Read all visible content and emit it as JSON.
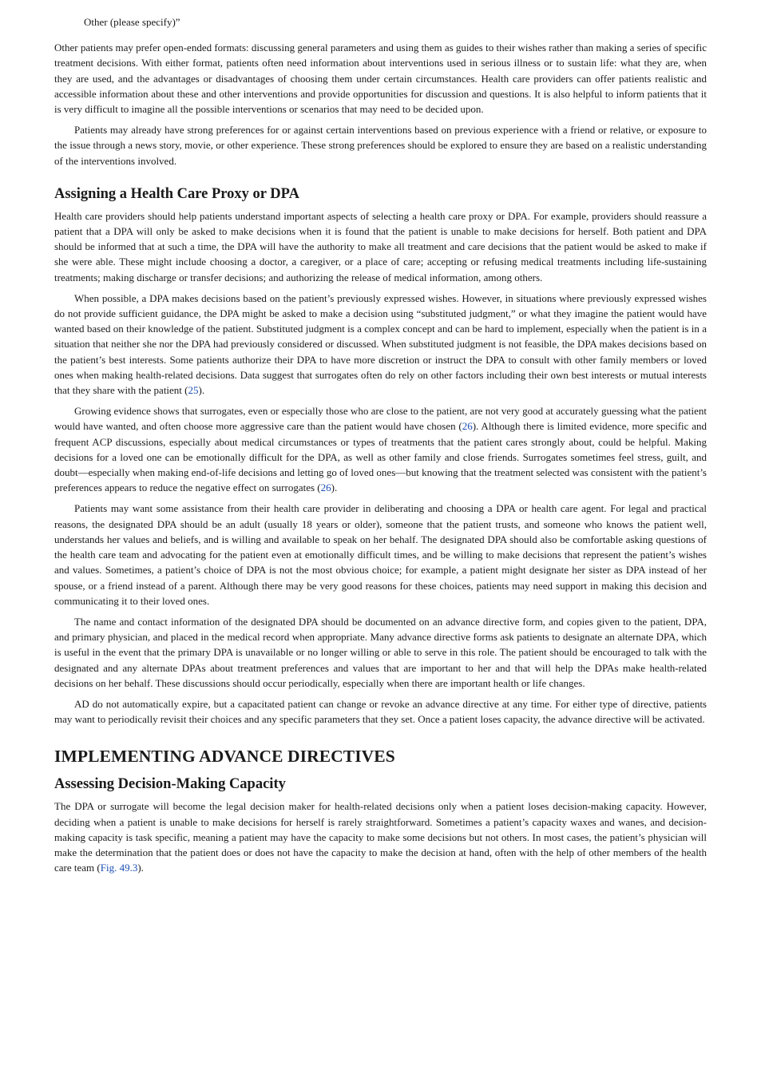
{
  "top_fragment": "Other (please specify)”",
  "intro": {
    "p1": "Other patients may prefer open-ended formats: discussing general parameters and using them as guides to their wishes rather than making a series of specific treatment decisions. With either format, patients often need information about interventions used in serious illness or to sustain life: what they are, when they are used, and the advantages or disadvantages of choosing them under certain circumstances. Health care providers can offer patients realistic and accessible information about these and other interventions and provide opportunities for discussion and questions. It is also helpful to inform patients that it is very difficult to imagine all the possible interventions or scenarios that may need to be decided upon.",
    "p2": "Patients may already have strong preferences for or against certain interventions based on previous experience with a friend or relative, or exposure to the issue through a news story, movie, or other experience. These strong preferences should be explored to ensure they are based on a realistic understanding of the interventions involved."
  },
  "proxy_section": {
    "heading": "Assigning a Health Care Proxy or DPA",
    "p1": "Health care providers should help patients understand important aspects of selecting a health care proxy or DPA. For example, providers should reassure a patient that a DPA will only be asked to make decisions when it is found that the patient is unable to make decisions for herself. Both patient and DPA should be informed that at such a time, the DPA will have the authority to make all treatment and care decisions that the patient would be asked to make if she were able. These might include choosing a doctor, a caregiver, or a place of care; accepting or refusing medical treatments including life-sustaining treatments; making discharge or transfer decisions; and authorizing the release of medical information, among others.",
    "p2_text": "When possible, a DPA makes decisions based on the patient’s previously expressed wishes. However, in situations where previously expressed wishes do not provide sufficient guidance, the DPA might be asked to make a decision using “substituted judgment,” or what they imagine the patient would have wanted based on their knowledge of the patient. Substituted judgment is a complex concept and can be hard to implement, especially when the patient is in a situation that neither she nor the DPA had previously considered or discussed. When substituted judgment is not feasible, the DPA makes decisions based on the patient’s best interests. Some patients authorize their DPA to have more discretion or instruct the DPA to consult with other family members or loved ones when making health-related decisions. Data suggest that surrogates often do rely on other factors including their own best interests or mutual interests that they share with the patient (",
    "p2_ref": "25",
    "p2_end": ").",
    "p3_text_a": "Growing evidence shows that surrogates, even or especially those who are close to the patient, are not very good at accurately guessing what the patient would have wanted, and often choose more aggressive care than the patient would have chosen (",
    "p3_ref_a": "26",
    "p3_text_b": "). Although there is limited evidence, more specific and frequent ACP discussions, especially about medical circumstances or types of treatments that the patient cares strongly about, could be helpful. Making decisions for a loved one can be emotionally difficult for the DPA, as well as other family and close friends. Surrogates sometimes feel stress, guilt, and doubt—especially when making end-of-life decisions and letting go of loved ones—but knowing that the treatment selected was consistent with the patient’s preferences appears to reduce the negative effect on surrogates (",
    "p3_ref_b": "26",
    "p3_end": ").",
    "p4": "Patients may want some assistance from their health care provider in deliberating and choosing a DPA or health care agent. For legal and practical reasons, the designated DPA should be an adult (usually 18 years or older), someone that the patient trusts, and someone who knows the patient well, understands her values and beliefs, and is willing and available to speak on her behalf. The designated DPA should also be comfortable asking questions of the health care team and advocating for the patient even at emotionally difficult times, and be willing to make decisions that represent the patient’s wishes and values. Sometimes, a patient’s choice of DPA is not the most obvious choice; for example, a patient might designate her sister as DPA instead of her spouse, or a friend instead of a parent. Although there may be very good reasons for these choices, patients may need support in making this decision and communicating it to their loved ones.",
    "p5": "The name and contact information of the designated DPA should be documented on an advance directive form, and copies given to the patient, DPA, and primary physician, and placed in the medical record when appropriate. Many advance directive forms ask patients to designate an alternate DPA, which is useful in the event that the primary DPA is unavailable or no longer willing or able to serve in this role. The patient should be encouraged to talk with the designated and any alternate DPAs about treatment preferences and values that are important to her and that will help the DPAs make health-related decisions on her behalf. These discussions should occur periodically, especially when there are important health or life changes.",
    "p6": "AD do not automatically expire, but a capacitated patient can change or revoke an advance directive at any time. For either type of directive, patients may want to periodically revisit their choices and any specific parameters that they set. Once a patient loses capacity, the advance directive will be activated."
  },
  "implementing": {
    "heading": "IMPLEMENTING ADVANCE DIRECTIVES",
    "subheading": "Assessing Decision-Making Capacity",
    "p1_text": "The DPA or surrogate will become the legal decision maker for health-related decisions only when a patient loses decision-making capacity. However, deciding when a patient is unable to make decisions for herself is rarely straightforward. Sometimes a patient’s capacity waxes and wanes, and decision-making capacity is task specific, meaning a patient may have the capacity to make some decisions but not others. In most cases, the patient’s physician will make the determination that the patient does or does not have the capacity to make the decision at hand, often with the help of other members of the health care team (",
    "p1_ref": "Fig. 49.3",
    "p1_end": ")."
  },
  "colors": {
    "text": "#1a1a1a",
    "link": "#1a4fb5",
    "background": "#ffffff"
  }
}
